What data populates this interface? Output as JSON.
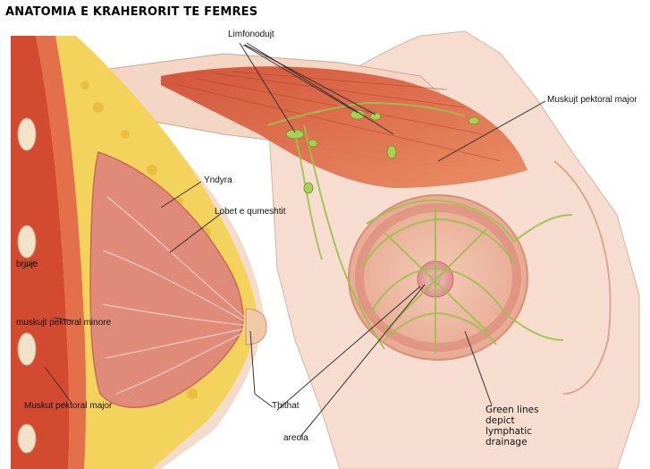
{
  "title": "ANATOMIA E KRAHERORIT TE FEMRES",
  "labels": {
    "limfonodujt": "Limfonodujt",
    "muskujt_pektoral_major": "Muskujt pektoral major",
    "yndyra": "Yndyra",
    "lobet": "Lobet e qumeshtit",
    "brinje": "brinje",
    "muskujt_pektoral_minore": "muskujt pektoral minore",
    "muskut_pektoral_major": "Muskut pektoral major",
    "thithat": "Thithat",
    "areola": "areola",
    "green_lines": "Green lines depict lymphatic drainage"
  },
  "colors": {
    "muscle": "#d9533a",
    "muscle_light": "#e98a5c",
    "fat": "#f2d35a",
    "skin": "#f6d9c4",
    "gland": "#e58b7a",
    "lymph": "#9bc24a",
    "areola": "#e7a1a0"
  }
}
